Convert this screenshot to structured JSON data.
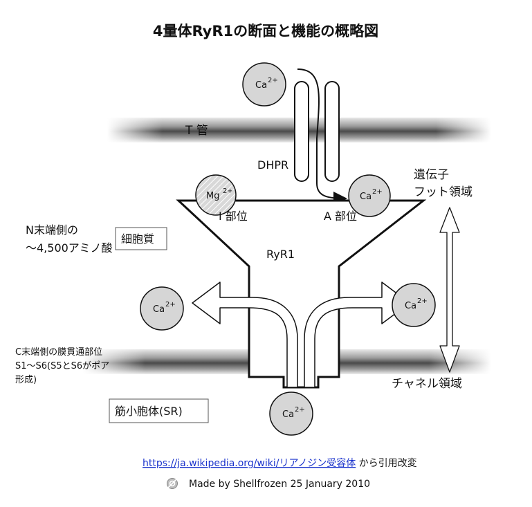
{
  "title": "4量体RyR1の断面と機能の概略図",
  "labels": {
    "t_tubule": "T 管",
    "dhpr": "DHPR",
    "ryr1": "RyR1",
    "site_i": "I 部位",
    "site_a": "A 部位",
    "foot_region_line1": "遺伝子",
    "foot_region_line2": "フット領域",
    "channel_region": "チャネル領域",
    "cytoplasm": "細胞質",
    "sr": "筋小胞体(SR)",
    "n_term_line1": "N末端側の",
    "n_term_line2": "〜4,500アミノ酸",
    "c_term_line1": "C末端側の膜貫通部位",
    "c_term_line2": "S1〜S6(S5とS6がポア",
    "c_term_line3": "形成)"
  },
  "ions": {
    "ca": "Ca",
    "ca_charge": "2+",
    "mg": "Mg",
    "mg_charge": "2+"
  },
  "footer": {
    "link": "https://ja.wikipedia.org/wiki/リアノジン受容体",
    "link_suffix": " から引用改変",
    "credit": "Made by Shellfrozen   25 January 2010"
  },
  "colors": {
    "ion_fill": "#d6d6d6",
    "membrane_dark": "#2b2b2b",
    "membrane_light": "#e6e6e6",
    "link": "#1a33cc"
  },
  "icons": {
    "credit_icon": "no-copyright-icon"
  }
}
